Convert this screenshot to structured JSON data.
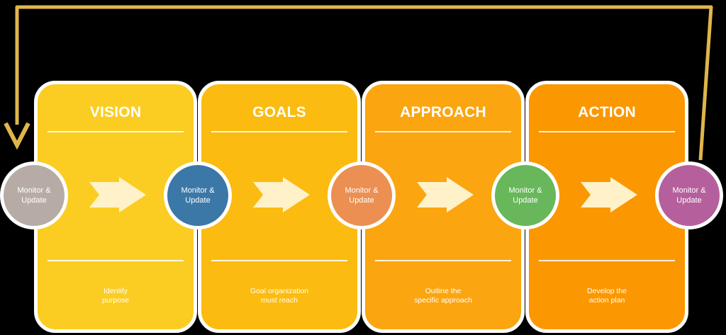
{
  "colors": {
    "loop": "#e0b54a",
    "card_vision": "#fbcd22",
    "card_goals": "#fbbb10",
    "card_approach": "#fba510",
    "card_action": "#fb9700",
    "arrow": "#fff2c8"
  },
  "stages": [
    {
      "title": "VISION",
      "description": "Identify\npurpose"
    },
    {
      "title": "GOALS",
      "description": "Goal organization\nmust reach"
    },
    {
      "title": "APPROACH",
      "description": "Outline the\nspecific approach"
    },
    {
      "title": "ACTION",
      "description": "Develop the\naction plan"
    }
  ],
  "nodes": [
    {
      "label": "Monitor &\nUpdate",
      "color": "#b7aca5"
    },
    {
      "label": "Monitor &\nUpdate",
      "color": "#3b78a8"
    },
    {
      "label": "Monitor &\nUpdate",
      "color": "#ec8f52"
    },
    {
      "label": "Monitor &\nUpdate",
      "color": "#68b75a"
    },
    {
      "label": "Monitor &\nUpdate",
      "color": "#b5609c"
    }
  ]
}
